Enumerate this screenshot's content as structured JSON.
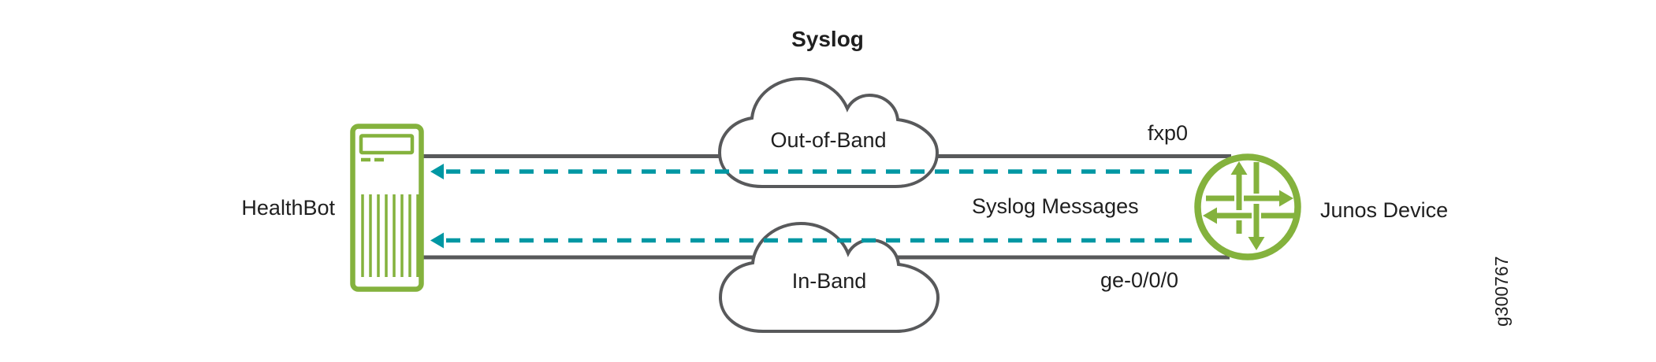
{
  "diagram": {
    "title": "Syslog",
    "left_node": {
      "label": "HealthBot",
      "icon": "server-tower-icon"
    },
    "right_node": {
      "label": "Junos Device",
      "icon": "router-circle-arrows-icon"
    },
    "clouds": {
      "top": {
        "label": "Out-of-Band"
      },
      "bottom": {
        "label": "In-Band"
      }
    },
    "interfaces": {
      "top_link": "fxp0",
      "bottom_link": "ge-0/0/0"
    },
    "flow": {
      "label": "Syslog Messages",
      "style": "dashed-arrow",
      "direction": "right-to-left"
    },
    "figure_id": "g300767",
    "colors": {
      "device_green": "#84b23d",
      "message_teal": "#0097a3",
      "line_gray": "#58595b",
      "text": "#1f1f1f"
    }
  }
}
